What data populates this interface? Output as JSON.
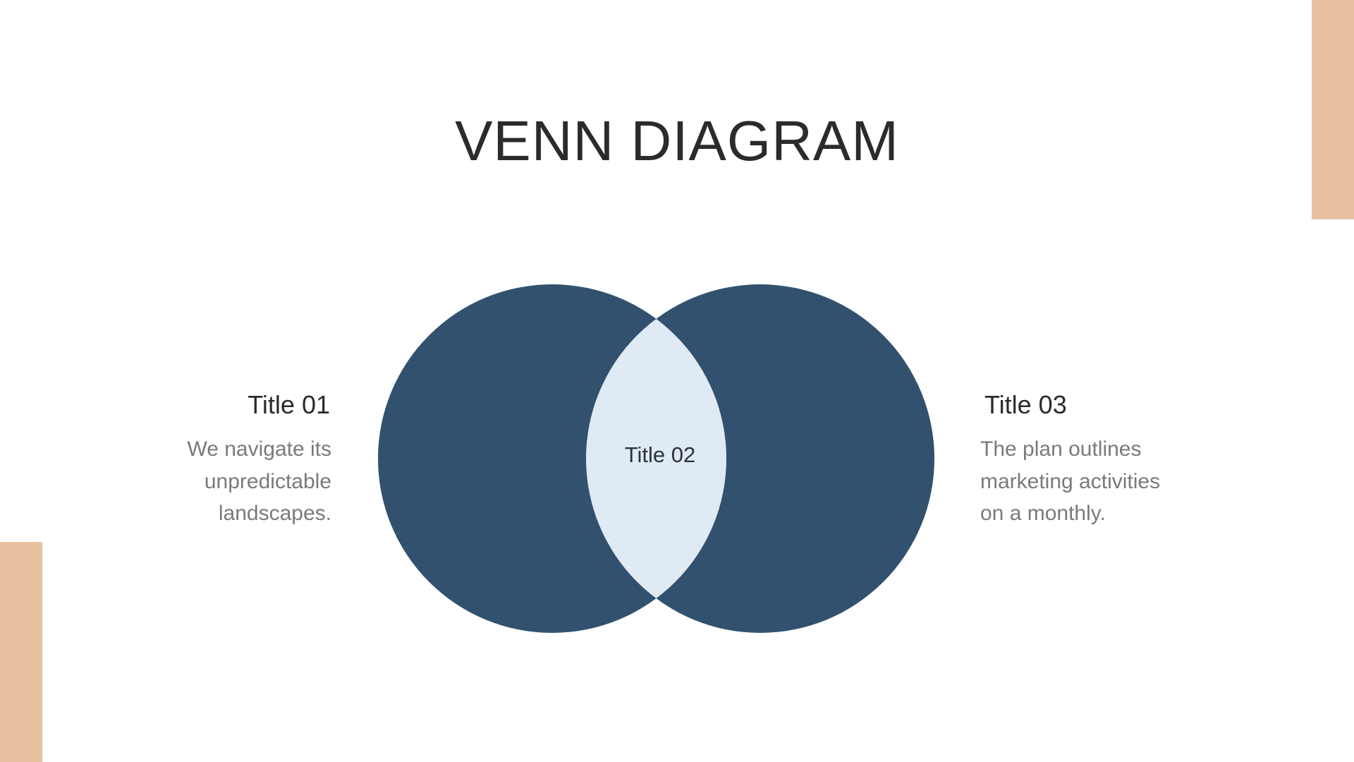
{
  "slide": {
    "title": "VENN DIAGRAM",
    "colors": {
      "background": "#FFFFFF",
      "accent": "#E8C1A0",
      "circle_fill": "#32516E",
      "intersection_fill": "#E0EAF5",
      "title_text": "#2B2B2B",
      "body_text": "#7A7A7A"
    }
  },
  "venn": {
    "left": {
      "title": "Title 01",
      "body": "We navigate its\nunpredictable\nlandscapes."
    },
    "intersection": {
      "title": "Title 02"
    },
    "right": {
      "title": "Title 03",
      "body": "The plan outlines\nmarketing activities\non a monthly."
    }
  }
}
